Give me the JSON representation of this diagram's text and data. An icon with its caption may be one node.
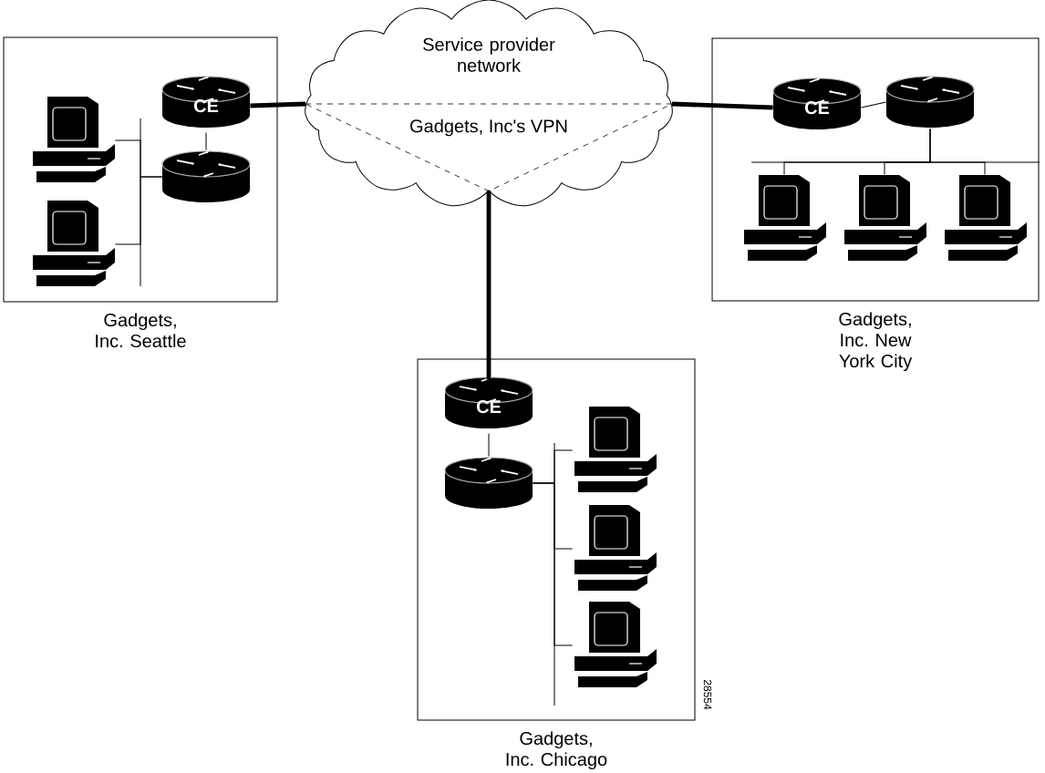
{
  "diagram": {
    "nodes": [
      {
        "text": [
          "Gadgets, Inc. Seattle"
        ]
      },
      {
        "text": [
          "CE"
        ],
        "in": 0
      },
      {
        "text": [],
        "shape": "router",
        "in": 0
      },
      {
        "text": [],
        "shape": "computer",
        "in": 0
      },
      {
        "text": [],
        "shape": "computer",
        "in": 0
      },
      {
        "text": [
          "Service provider network",
          "Gadgets, Inc's VPN"
        ]
      },
      {
        "text": [
          "Gadgets, Inc. New York City"
        ]
      },
      {
        "text": [
          "CE"
        ],
        "in": 6
      },
      {
        "text": [],
        "shape": "router",
        "in": 6
      },
      {
        "text": [],
        "shape": "computer",
        "in": 6
      },
      {
        "text": [],
        "shape": "computer",
        "in": 6
      },
      {
        "text": [],
        "shape": "computer",
        "in": 6
      },
      {
        "text": [
          "Gadgets, Inc. Chicago"
        ]
      },
      {
        "text": [
          "CE"
        ],
        "in": 12
      },
      {
        "text": [],
        "shape": "router",
        "in": 12
      },
      {
        "text": [],
        "shape": "computer",
        "in": 12
      },
      {
        "text": [],
        "shape": "computer",
        "in": 12
      },
      {
        "text": [],
        "shape": "computer",
        "in": 12
      }
    ],
    "edges": [
      {
        "from": 1,
        "to": 5,
        "arrow": "none",
        "style": "thick"
      },
      {
        "from": 1,
        "to": 2,
        "arrow": "none"
      },
      {
        "from": 2,
        "to": 3,
        "arrow": "none"
      },
      {
        "from": 2,
        "to": 4,
        "arrow": "none"
      },
      {
        "from": 5,
        "to": 7,
        "arrow": "none",
        "style": "thick"
      },
      {
        "from": 7,
        "to": 8,
        "arrow": "none"
      },
      {
        "from": 8,
        "to": 9,
        "arrow": "none"
      },
      {
        "from": 8,
        "to": 10,
        "arrow": "none"
      },
      {
        "from": 8,
        "to": 11,
        "arrow": "none"
      },
      {
        "from": 5,
        "to": 13,
        "arrow": "none",
        "style": "thick"
      },
      {
        "from": 13,
        "to": 14,
        "arrow": "none"
      },
      {
        "from": 14,
        "to": 15,
        "arrow": "none"
      },
      {
        "from": 14,
        "to": 16,
        "arrow": "none"
      },
      {
        "from": 14,
        "to": 17,
        "arrow": "none"
      }
    ],
    "labels": [
      "28554"
    ]
  }
}
